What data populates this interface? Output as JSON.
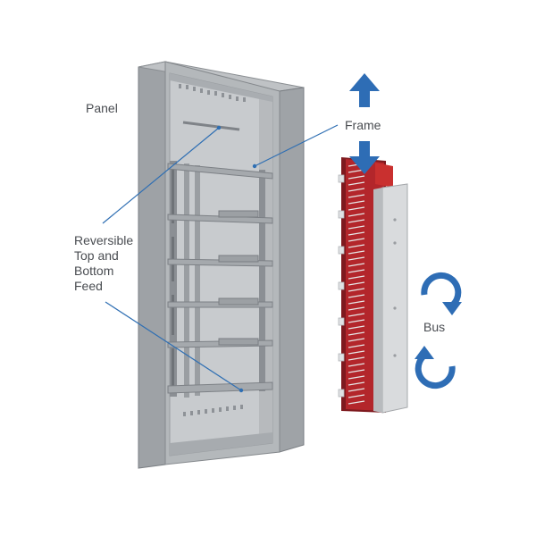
{
  "labels": {
    "panel": "Panel",
    "frame": "Frame",
    "bus": "Bus",
    "feed_lines": [
      "Reversible",
      "Top and",
      "Bottom",
      "Feed"
    ]
  },
  "colors": {
    "callout_line": "#2f6fb3",
    "arrow_blue": "#2e6db5",
    "text": "#4a4d52",
    "enclosure_face": "#a9adb1",
    "enclosure_interior": "#c8cbce",
    "frame_rail": "#8b8f94",
    "bus_red": "#b3262b",
    "bus_cover": "#d9dbdd"
  },
  "icons": {
    "frame_up": "arrow-up-icon",
    "frame_down": "arrow-down-icon",
    "bus_rotate_top": "rotate-clockwise-icon",
    "bus_rotate_bottom": "rotate-counterclockwise-icon"
  }
}
